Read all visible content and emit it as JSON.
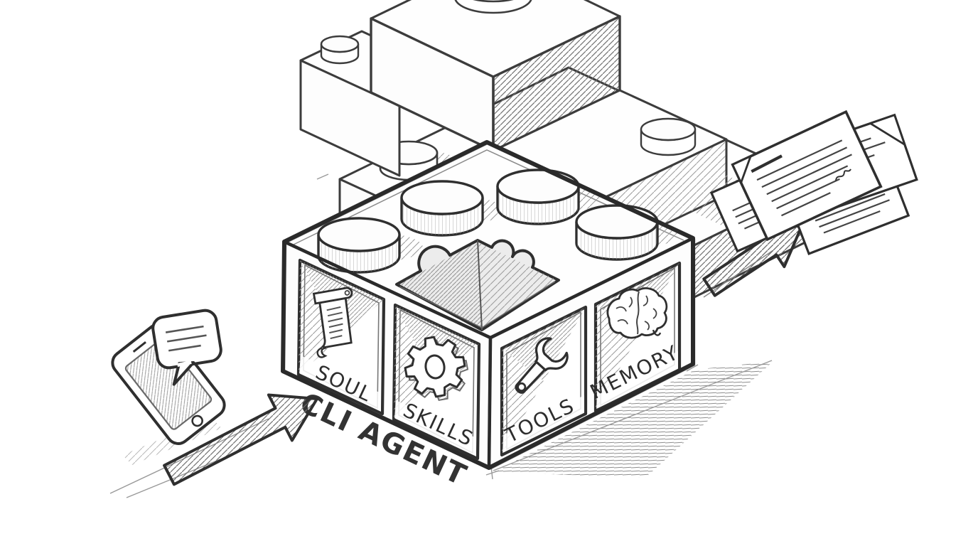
{
  "illustration": {
    "style": "pencil-sketch",
    "colors": {
      "paper": "#ffffff",
      "ink": "#2f2f2f",
      "shading": "#8c8c8c"
    },
    "agent_brick": {
      "label": "CLI AGENT",
      "top": {
        "studs_visible": 4,
        "slot": "puzzle-piece cutout"
      },
      "modules": [
        {
          "label": "SOUL",
          "icon": "scroll-icon",
          "face": "left"
        },
        {
          "label": "SKILLS",
          "icon": "gear-icon",
          "face": "left"
        },
        {
          "label": "TOOLS",
          "icon": "wrench-icon",
          "face": "right"
        },
        {
          "label": "MEMORY",
          "icon": "brain-icon",
          "face": "right"
        }
      ]
    },
    "input": {
      "description": "chat message from phone",
      "icons": [
        "smartphone-icon",
        "chat-bubble-icon"
      ]
    },
    "output": {
      "description": "stack of documents",
      "icons": [
        "documents-icon"
      ]
    },
    "background": {
      "description": "stack of toy building bricks"
    }
  }
}
